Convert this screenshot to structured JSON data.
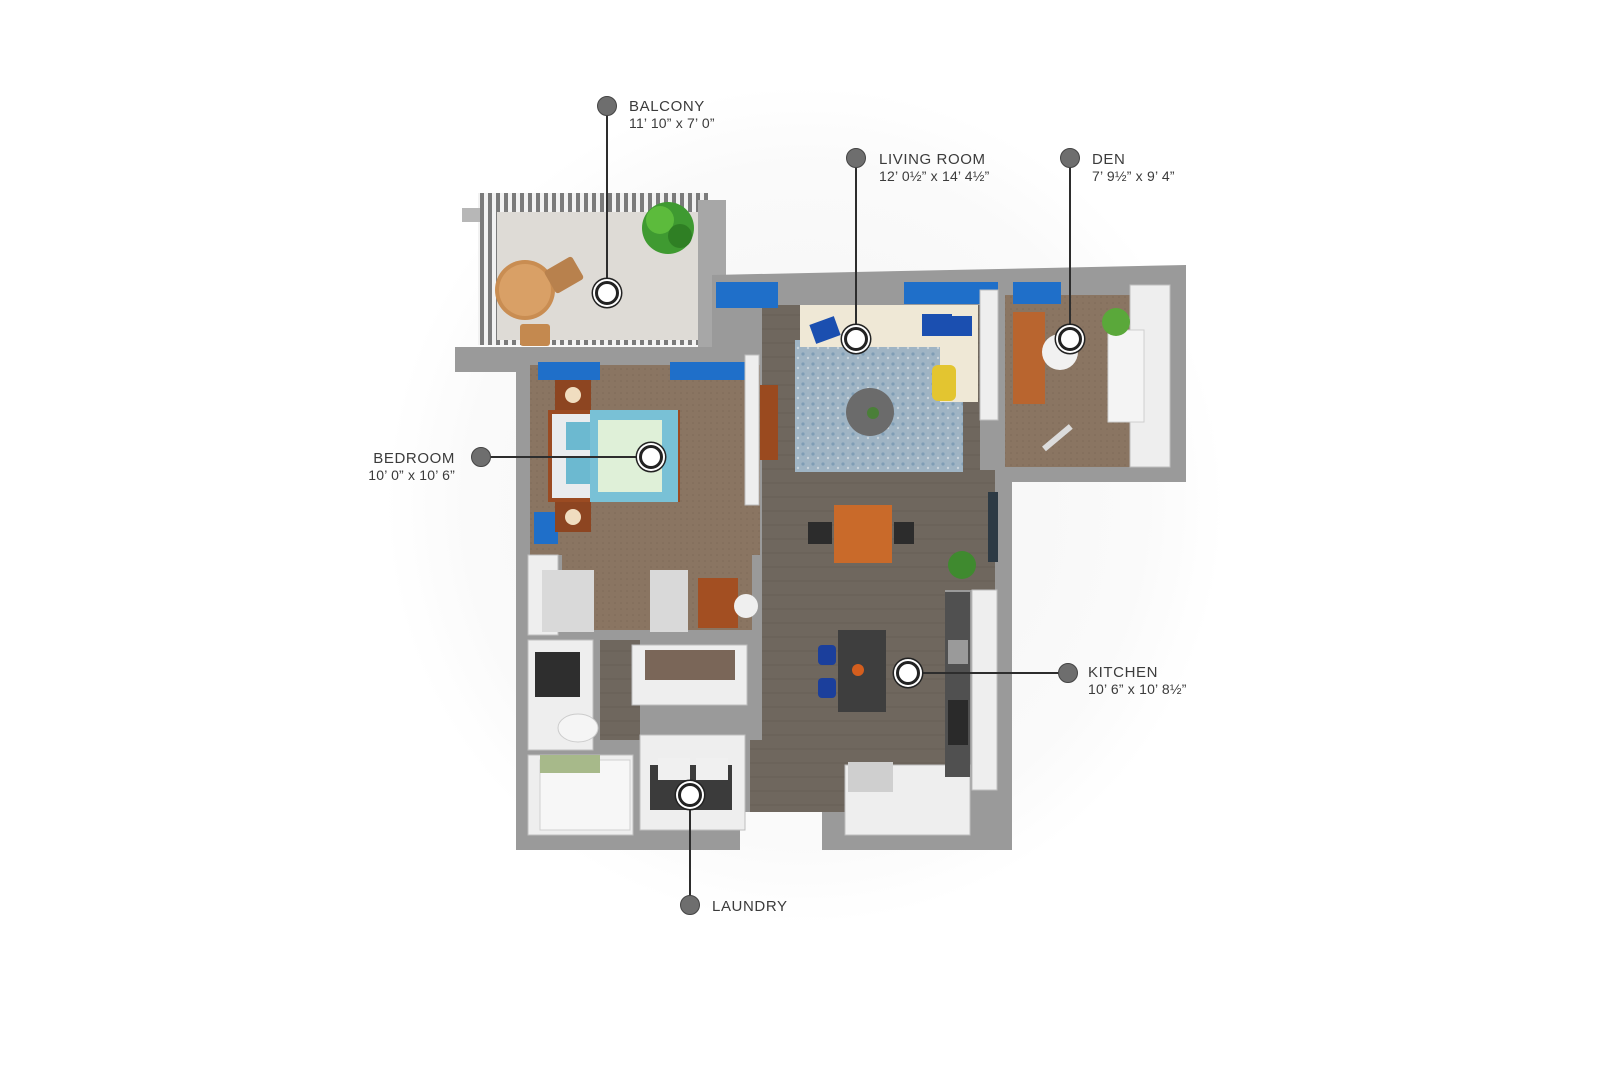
{
  "callouts": {
    "balcony": {
      "name": "BALCONY",
      "size": "11’ 10” x 7’ 0”"
    },
    "living_room": {
      "name": "LIVING ROOM",
      "size": "12’ 0½” x 14’ 4½”"
    },
    "den": {
      "name": "DEN",
      "size": "7’ 9½” x 9’ 4”"
    },
    "bedroom": {
      "name": "BEDROOM",
      "size": "10’ 0” x 10’ 6”"
    },
    "kitchen": {
      "name": "KITCHEN",
      "size": "10’ 6” x 10’ 8½”"
    },
    "laundry": {
      "name": "LAUNDRY",
      "size": ""
    }
  },
  "colors": {
    "wall": "#8e8e8e",
    "floor_wood": "#6f675e",
    "floor_carpet": "#8a7460",
    "accent_blue": "#1f6fc9",
    "label_text": "#3b3b3b",
    "marker_dot": "#6e6e6e"
  }
}
